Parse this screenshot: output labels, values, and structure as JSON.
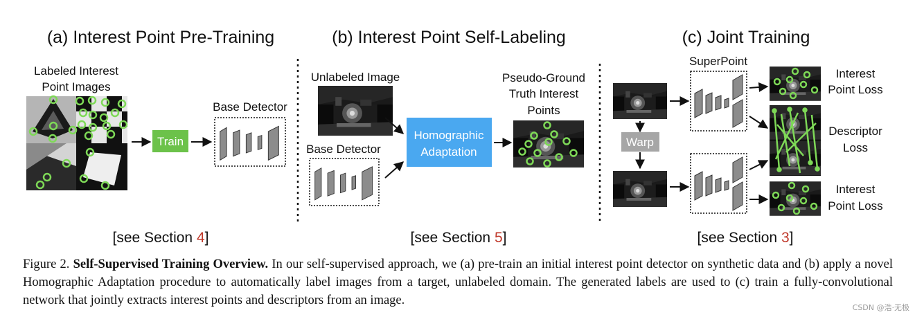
{
  "panels": {
    "a": {
      "title": "(a) Interest Point Pre-Training",
      "image_label_line1": "Labeled Interest",
      "image_label_line2": "Point Images",
      "train_label": "Train",
      "detector_label": "Base Detector",
      "section_prefix": "[see Section ",
      "section_num": "4",
      "section_suffix": "]"
    },
    "b": {
      "title": "(b) Interest Point Self-Labeling",
      "unlabeled_label": "Unlabeled Image",
      "detector_label": "Base Detector",
      "ha_line1": "Homographic",
      "ha_line2": "Adaptation",
      "pseudo_line1": "Pseudo-Ground",
      "pseudo_line2": "Truth Interest",
      "pseudo_line3": "Points",
      "section_prefix": "[see Section ",
      "section_num": "5",
      "section_suffix": "]"
    },
    "c": {
      "title": "(c) Joint Training",
      "superpoint_label": "SuperPoint",
      "warp_label": "Warp",
      "loss1_line1": "Interest",
      "loss1_line2": "Point Loss",
      "loss2_line1": "Descriptor",
      "loss2_line2": "Loss",
      "loss3_line1": "Interest",
      "loss3_line2": "Point Loss",
      "section_prefix": "[see Section ",
      "section_num": "3",
      "section_suffix": "]"
    }
  },
  "caption": {
    "prefix": "Figure 2. ",
    "bold": "Self-Supervised Training Overview.",
    "body": "In our self-supervised approach, we (a) pre-train an initial interest point detector on synthetic data and (b) apply a novel Homographic Adaptation procedure to automatically label images from a target, unlabeled domain. The generated labels are used to (c) train a fully-convolutional network that jointly extracts interest points and descriptors from an image."
  },
  "watermark": "CSDN @浩·无极",
  "colors": {
    "train_green": "#6cc24a",
    "ha_blue": "#4aa8f0",
    "warp_gray": "#a6a6a6",
    "keypoint_green": "#7ed957",
    "section_red": "#c0392b",
    "layer_gray": "#8c8c8c"
  }
}
